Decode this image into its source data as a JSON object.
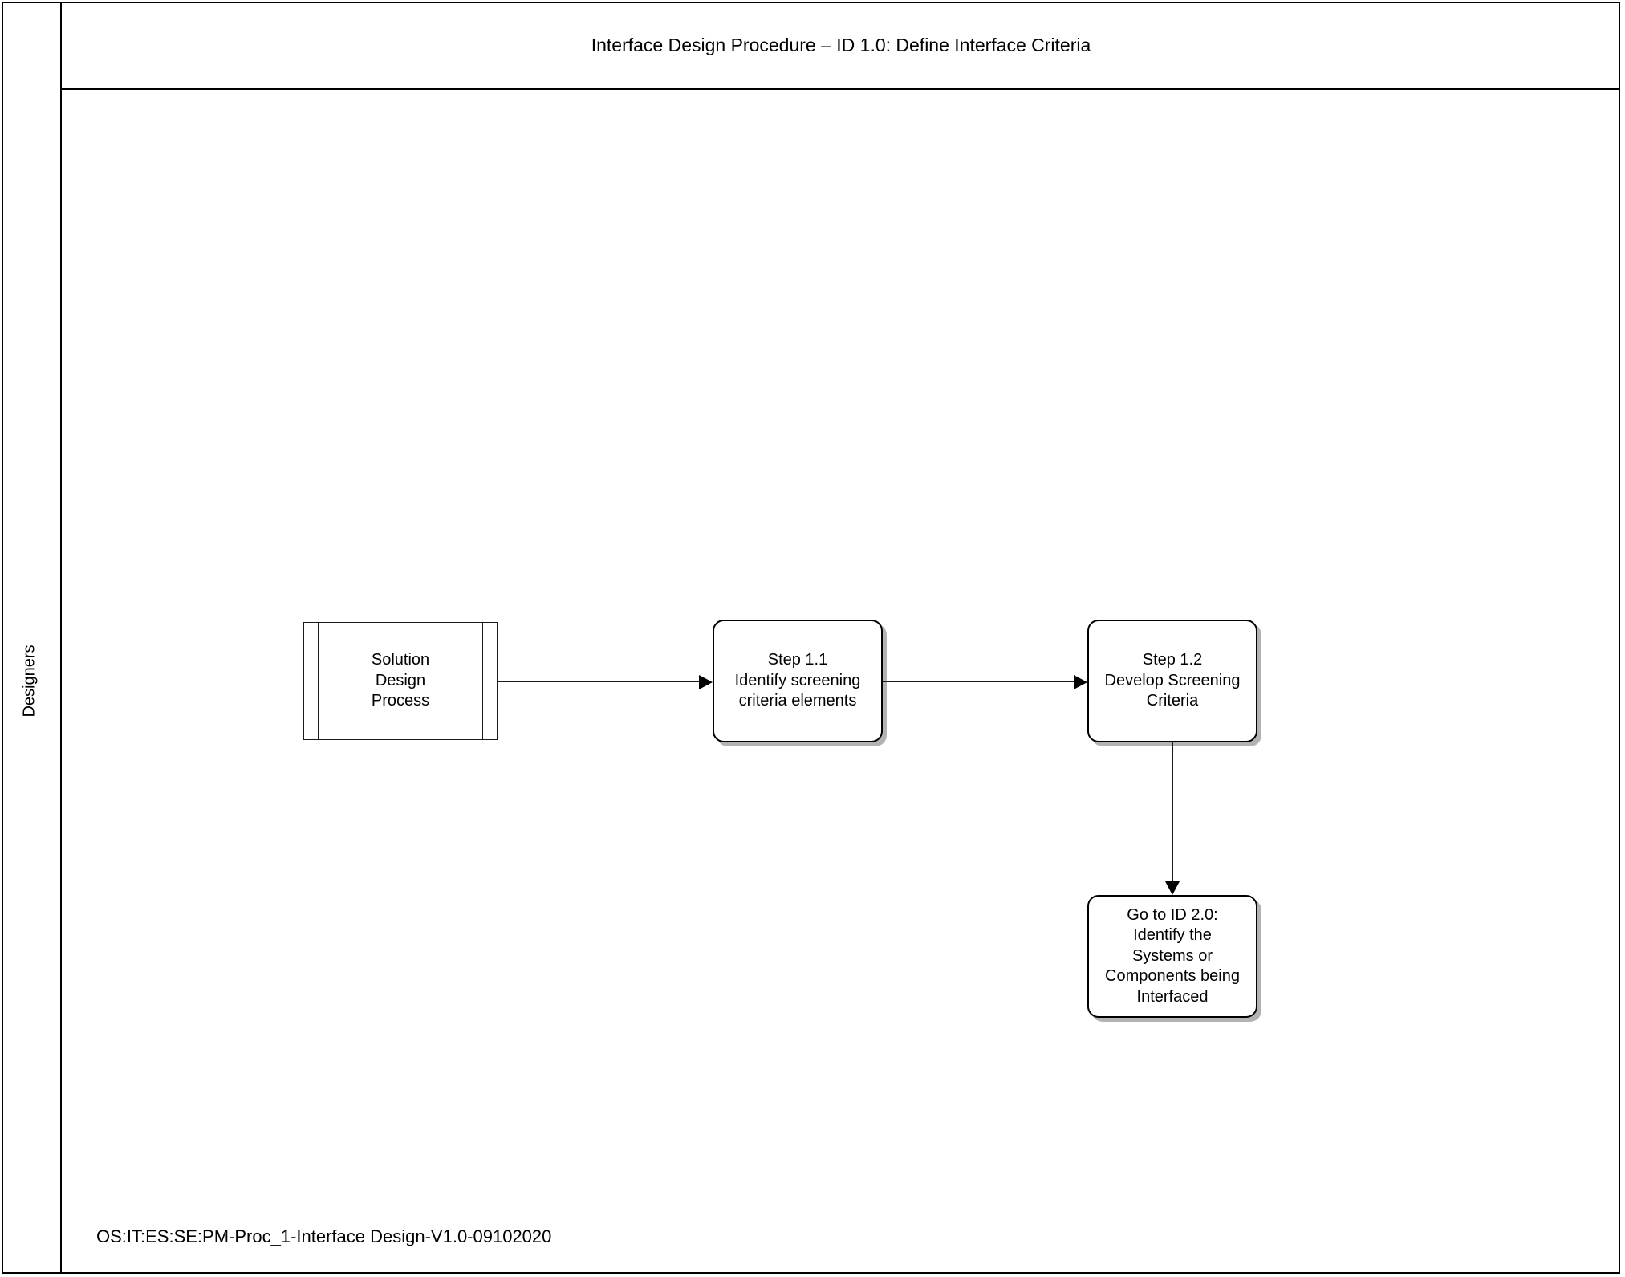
{
  "document": {
    "title": "Interface Design Procedure – ID 1.0: Define Interface Criteria",
    "footer_code": "OS:IT:ES:SE:PM-Proc_1-Interface Design-V1.0-09102020"
  },
  "swimlane": {
    "label": "Designers"
  },
  "nodes": {
    "solution_design_process": {
      "text": "Solution\nDesign\nProcess",
      "shape": "predefined-process"
    },
    "step_1_1": {
      "text": "Step 1.1\nIdentify screening\ncriteria elements",
      "shape": "rounded-rectangle"
    },
    "step_1_2": {
      "text": "Step 1.2\nDevelop Screening\nCriteria",
      "shape": "rounded-rectangle"
    },
    "go_to_id_2": {
      "text": "Go to ID 2.0:\nIdentify the\nSystems or\nComponents being\nInterfaced",
      "shape": "rounded-rectangle"
    }
  },
  "connectors": [
    {
      "from": "solution_design_process",
      "to": "step_1_1",
      "direction": "right"
    },
    {
      "from": "step_1_1",
      "to": "step_1_2",
      "direction": "right"
    },
    {
      "from": "step_1_2",
      "to": "go_to_id_2",
      "direction": "down"
    }
  ],
  "colors": {
    "line": "#000000",
    "shadow": "#b3b3b3",
    "background": "#ffffff"
  }
}
